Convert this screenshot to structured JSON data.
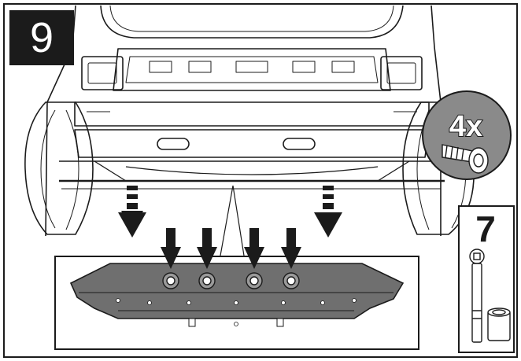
{
  "step_number": "9",
  "fastener_badge": {
    "quantity": "4x",
    "icon": "screw-icon"
  },
  "tool_panel": {
    "size": "7",
    "icon": "socket-wrench-icon"
  },
  "colors": {
    "line": "#1b1b1b",
    "badge_bg": "#8a8a8a",
    "panel_fill": "#6f6f6f",
    "bolt_highlight": "#9a9a9a"
  }
}
